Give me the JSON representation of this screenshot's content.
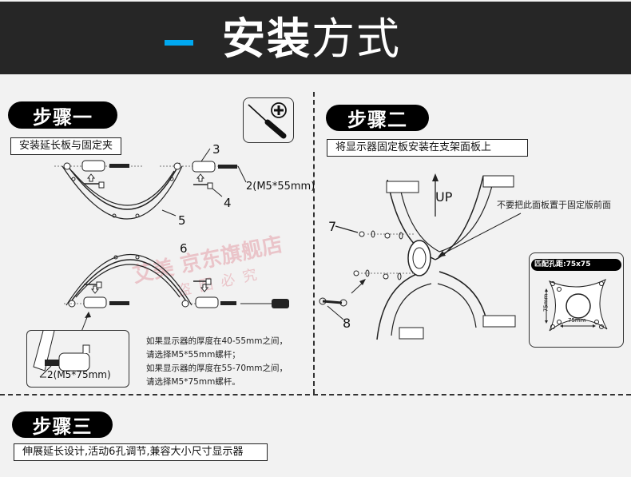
{
  "header": {
    "title_bold": "安装",
    "title_light": "方式",
    "accent_color": "#00a8f0",
    "bg_color": "#262626"
  },
  "step1": {
    "badge": "步骤一",
    "caption": "安装延长板与固定夹",
    "tool_icon": "phillips-screwdriver-icon",
    "part_labels": {
      "p3": "3",
      "p4": "4",
      "p5": "5",
      "p6": "6",
      "p2_top": "2(M5*55mm)",
      "p2_inset": "2(M5*75mm)"
    },
    "notes": [
      "如果显示器的厚度在40-55mm之间，",
      "请选择M5*55mm螺杆；",
      "如果显示器的厚度在55-70mm之间，",
      "请选择M5*75mm螺杆。"
    ]
  },
  "step2": {
    "badge": "步骤二",
    "caption": "将显示器固定板安装在支架面板上",
    "up_label": "UP",
    "warning": "不要把此面板置于固定版前面",
    "part_labels": {
      "p7": "7",
      "p8": "8"
    },
    "vesa": {
      "title": "匹配孔距:75x75",
      "dim_v": "75mm",
      "dim_h": "75mm"
    }
  },
  "step3": {
    "badge": "步骤三",
    "caption": "伸展延长设计,活动6孔调节,兼容大小尺寸显示器"
  },
  "watermark": {
    "line1": "艾美 京东旗舰店",
    "line2": "盗图必究"
  }
}
